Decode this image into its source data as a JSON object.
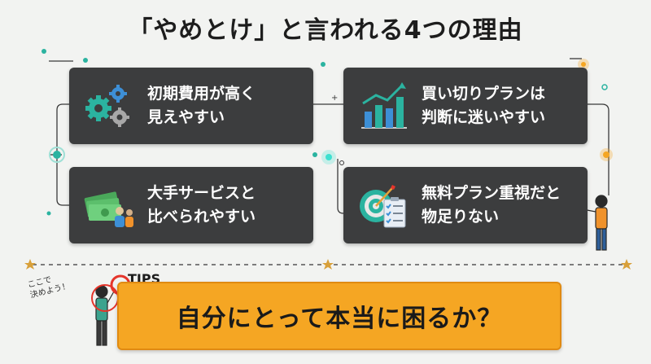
{
  "title": "「やめとけ」と言われる4つの理由",
  "cards": [
    {
      "text": "初期費用が高く\n見えやすい",
      "icon": "gears-icon"
    },
    {
      "text": "買い切りプランは\n判断に迷いやすい",
      "icon": "bar-chart-trend-icon"
    },
    {
      "text": "大手サービスと\n比べられやすい",
      "icon": "money-people-icon"
    },
    {
      "text": "無料プラン重視だと\n物足りない",
      "icon": "target-checklist-icon"
    }
  ],
  "tips": {
    "label": "TIPS",
    "message": "自分にとって本当に困るか？",
    "note": "ここで\n決めよう！"
  },
  "colors": {
    "card_bg": "#3c3d3e",
    "accent_orange": "#f5a623",
    "accent_teal": "#2bb3a0",
    "accent_blue": "#3d8fd6",
    "highlight_red": "#e5352b"
  }
}
